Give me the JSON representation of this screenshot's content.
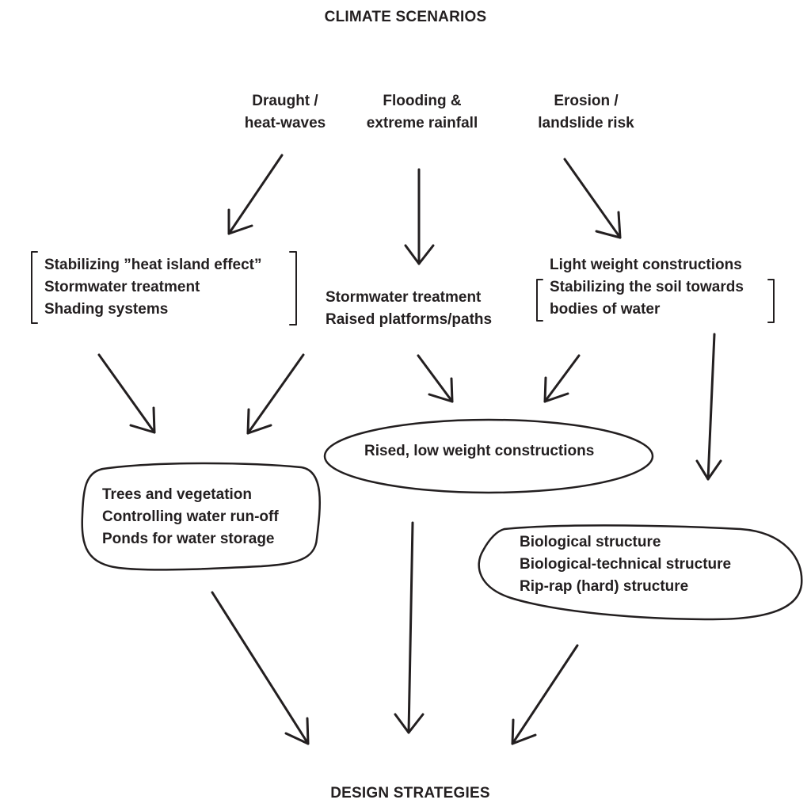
{
  "diagram": {
    "top_title": "CLIMATE SCENARIOS",
    "bottom_title": "DESIGN STRATEGIES",
    "scenarios": [
      {
        "lines": [
          "Draught /",
          "heat-waves"
        ]
      },
      {
        "lines": [
          "Flooding &",
          "extreme rainfall"
        ]
      },
      {
        "lines": [
          "Erosion /",
          "landslide risk"
        ]
      }
    ],
    "measures": {
      "left": [
        "Stabilizing ”heat island effect”",
        "Stormwater treatment",
        "Shading systems"
      ],
      "middle": [
        "Stormwater treatment",
        "Raised platforms/paths"
      ],
      "right": [
        "Light weight constructions",
        "Stabilizing the soil towards",
        "bodies of water"
      ]
    },
    "strategies": {
      "left": [
        "Trees and vegetation",
        "Controlling water run-off",
        "Ponds for water storage"
      ],
      "middle": [
        "Rised, low weight constructions"
      ],
      "right": [
        "Biological structure",
        "Biological-technical structure",
        "Rip-rap (hard) structure"
      ]
    },
    "colors": {
      "ink": "#231f20",
      "background": "#ffffff"
    }
  }
}
